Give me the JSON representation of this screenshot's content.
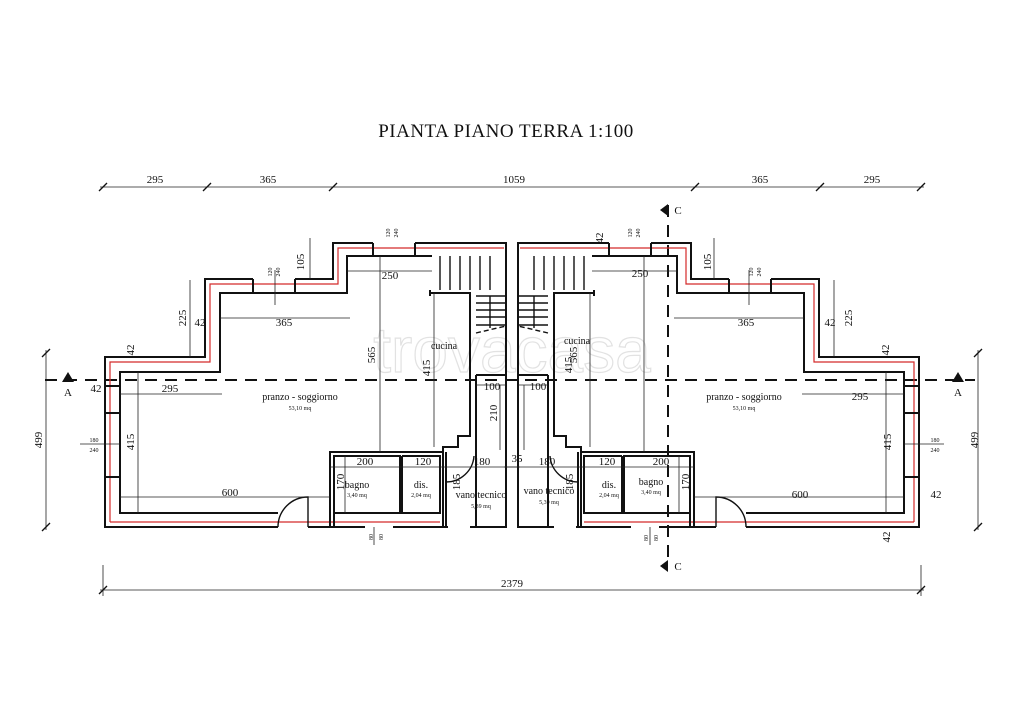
{
  "title": "PIANTA  PIANO  TERRA  1:100",
  "watermark": "trovacasa",
  "section_marks": {
    "a_left": "A",
    "a_right": "A",
    "c_top": "C",
    "c_bottom": "C"
  },
  "overall_dims": {
    "top": [
      "295",
      "365",
      "1059",
      "365",
      "295"
    ],
    "bottom": "2379",
    "left_height": "499",
    "right_height": "499"
  },
  "rooms": {
    "left": {
      "cucina": "cucina",
      "living": "pranzo - soggiorno",
      "living_area": "53,10 mq",
      "bagno": "bagno",
      "bagno_area": "3,40 mq",
      "dis": "dis.",
      "dis_area": "2,04 mq",
      "vano": "vano tecnico",
      "vano_area": "5,39 mq"
    },
    "right": {
      "cucina": "cucina",
      "living": "pranzo - soggiorno",
      "living_area": "53,10 mq",
      "bagno": "bagno",
      "bagno_area": "3,40 mq",
      "dis": "dis.",
      "dis_area": "2,04 mq",
      "vano": "vano tecnico",
      "vano_area": "5,39 mq"
    }
  },
  "dims": {
    "left": [
      "250",
      "365",
      "565",
      "415",
      "100",
      "210",
      "295",
      "42",
      "42",
      "42",
      "225",
      "105",
      "120",
      "240",
      "120",
      "240",
      "415",
      "180",
      "240",
      "600",
      "200",
      "120",
      "180",
      "35",
      "185",
      "170",
      "80",
      "80"
    ],
    "right": [
      "42",
      "120",
      "240",
      "250",
      "105",
      "120",
      "240",
      "365",
      "42",
      "225",
      "42",
      "295",
      "415",
      "180",
      "240",
      "42",
      "600",
      "42",
      "565",
      "415",
      "100",
      "180",
      "120",
      "200",
      "185",
      "170",
      "80",
      "80"
    ]
  }
}
